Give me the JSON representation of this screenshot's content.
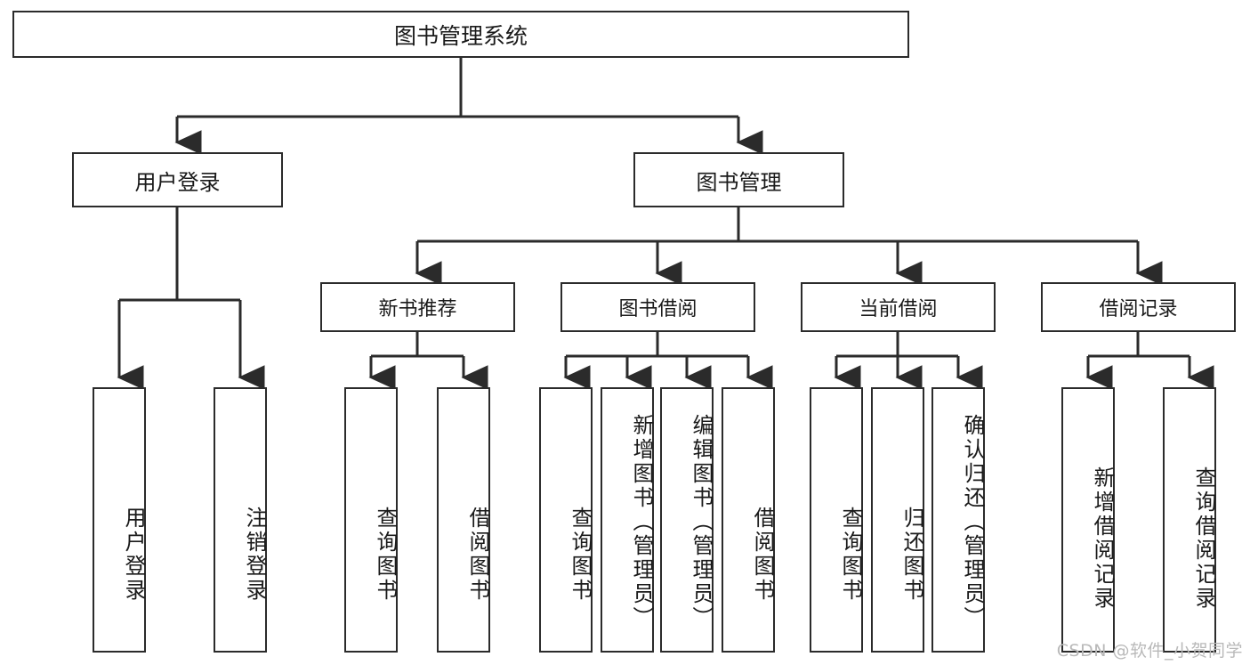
{
  "diagram": {
    "title": "图书管理系统",
    "type": "tree-hierarchy",
    "watermark": "CSDN @软件_小贺同学",
    "colors": {
      "box_border": "#2b2b2b",
      "box_fill": "#ffffff",
      "edge": "#2b2b2b",
      "text": "#1a1a1a",
      "watermark": "#b9b9b9",
      "background": "#ffffff"
    },
    "root": {
      "label": "图书管理系统"
    },
    "level2": [
      {
        "label": "用户登录"
      },
      {
        "label": "图书管理"
      }
    ],
    "level3": [
      {
        "label": "新书推荐"
      },
      {
        "label": "图书借阅"
      },
      {
        "label": "当前借阅"
      },
      {
        "label": "借阅记录"
      }
    ],
    "leaves": {
      "user_login": [
        {
          "label": "用户登录"
        },
        {
          "label": "注销登录"
        }
      ],
      "new_book_recommend": [
        {
          "label": "查询图书"
        },
        {
          "label": "借阅图书"
        }
      ],
      "book_borrow": [
        {
          "label": "查询图书"
        },
        {
          "label": "新增图书（管理员）"
        },
        {
          "label": "编辑图书（管理员）"
        },
        {
          "label": "借阅图书"
        }
      ],
      "current_borrow": [
        {
          "label": "查询图书"
        },
        {
          "label": "归还图书"
        },
        {
          "label": "确认归还（管理员）"
        }
      ],
      "borrow_record": [
        {
          "label": "新增借阅记录"
        },
        {
          "label": "查询借阅记录"
        }
      ]
    }
  }
}
